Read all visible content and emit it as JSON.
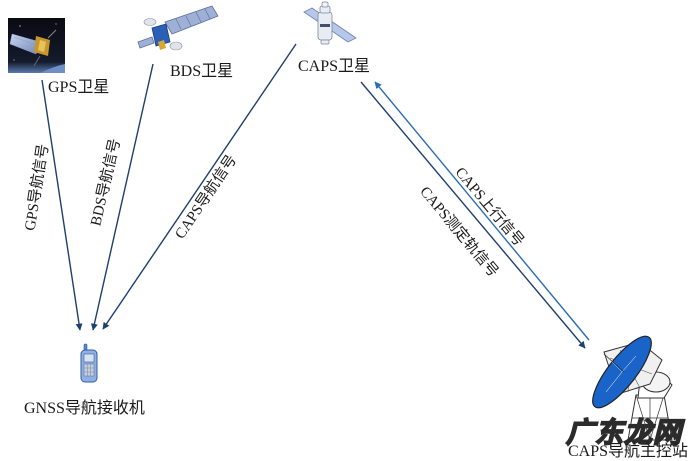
{
  "diagram": {
    "title": "GNSS / CAPS navigation signal architecture",
    "nodes": {
      "gps_satellite": {
        "label": "GPS卫星",
        "icon": "satellite-photo-icon"
      },
      "bds_satellite": {
        "label": "BDS卫星",
        "icon": "satellite-icon"
      },
      "caps_satellite": {
        "label": "CAPS卫星",
        "icon": "satellite-icon"
      },
      "receiver": {
        "label": "GNSS导航接收机",
        "icon": "mobile-phone-icon"
      },
      "master_station": {
        "label": "CAPS导航主控站",
        "icon": "satellite-dish-icon"
      }
    },
    "edges": [
      {
        "id": "gps_signal",
        "from": "gps_satellite",
        "to": "receiver",
        "label": "GPS导航信号"
      },
      {
        "id": "bds_signal",
        "from": "bds_satellite",
        "to": "receiver",
        "label": "BDS导航信号"
      },
      {
        "id": "caps_signal",
        "from": "caps_satellite",
        "to": "receiver",
        "label": "CAPS导航信号"
      },
      {
        "id": "caps_uplink",
        "from": "master_station",
        "to": "caps_satellite",
        "label": "CAPS上行信号"
      },
      {
        "id": "caps_orbit",
        "from": "caps_satellite",
        "to": "master_station",
        "label": "CAPS测定轨信号"
      }
    ],
    "colors": {
      "navy_arrow": "#1f3f6e",
      "blue_arrow": "#2a6db5",
      "dish_blue": "#1a63c9",
      "text": "#1a1a1a"
    },
    "watermark": "广东龙网"
  }
}
